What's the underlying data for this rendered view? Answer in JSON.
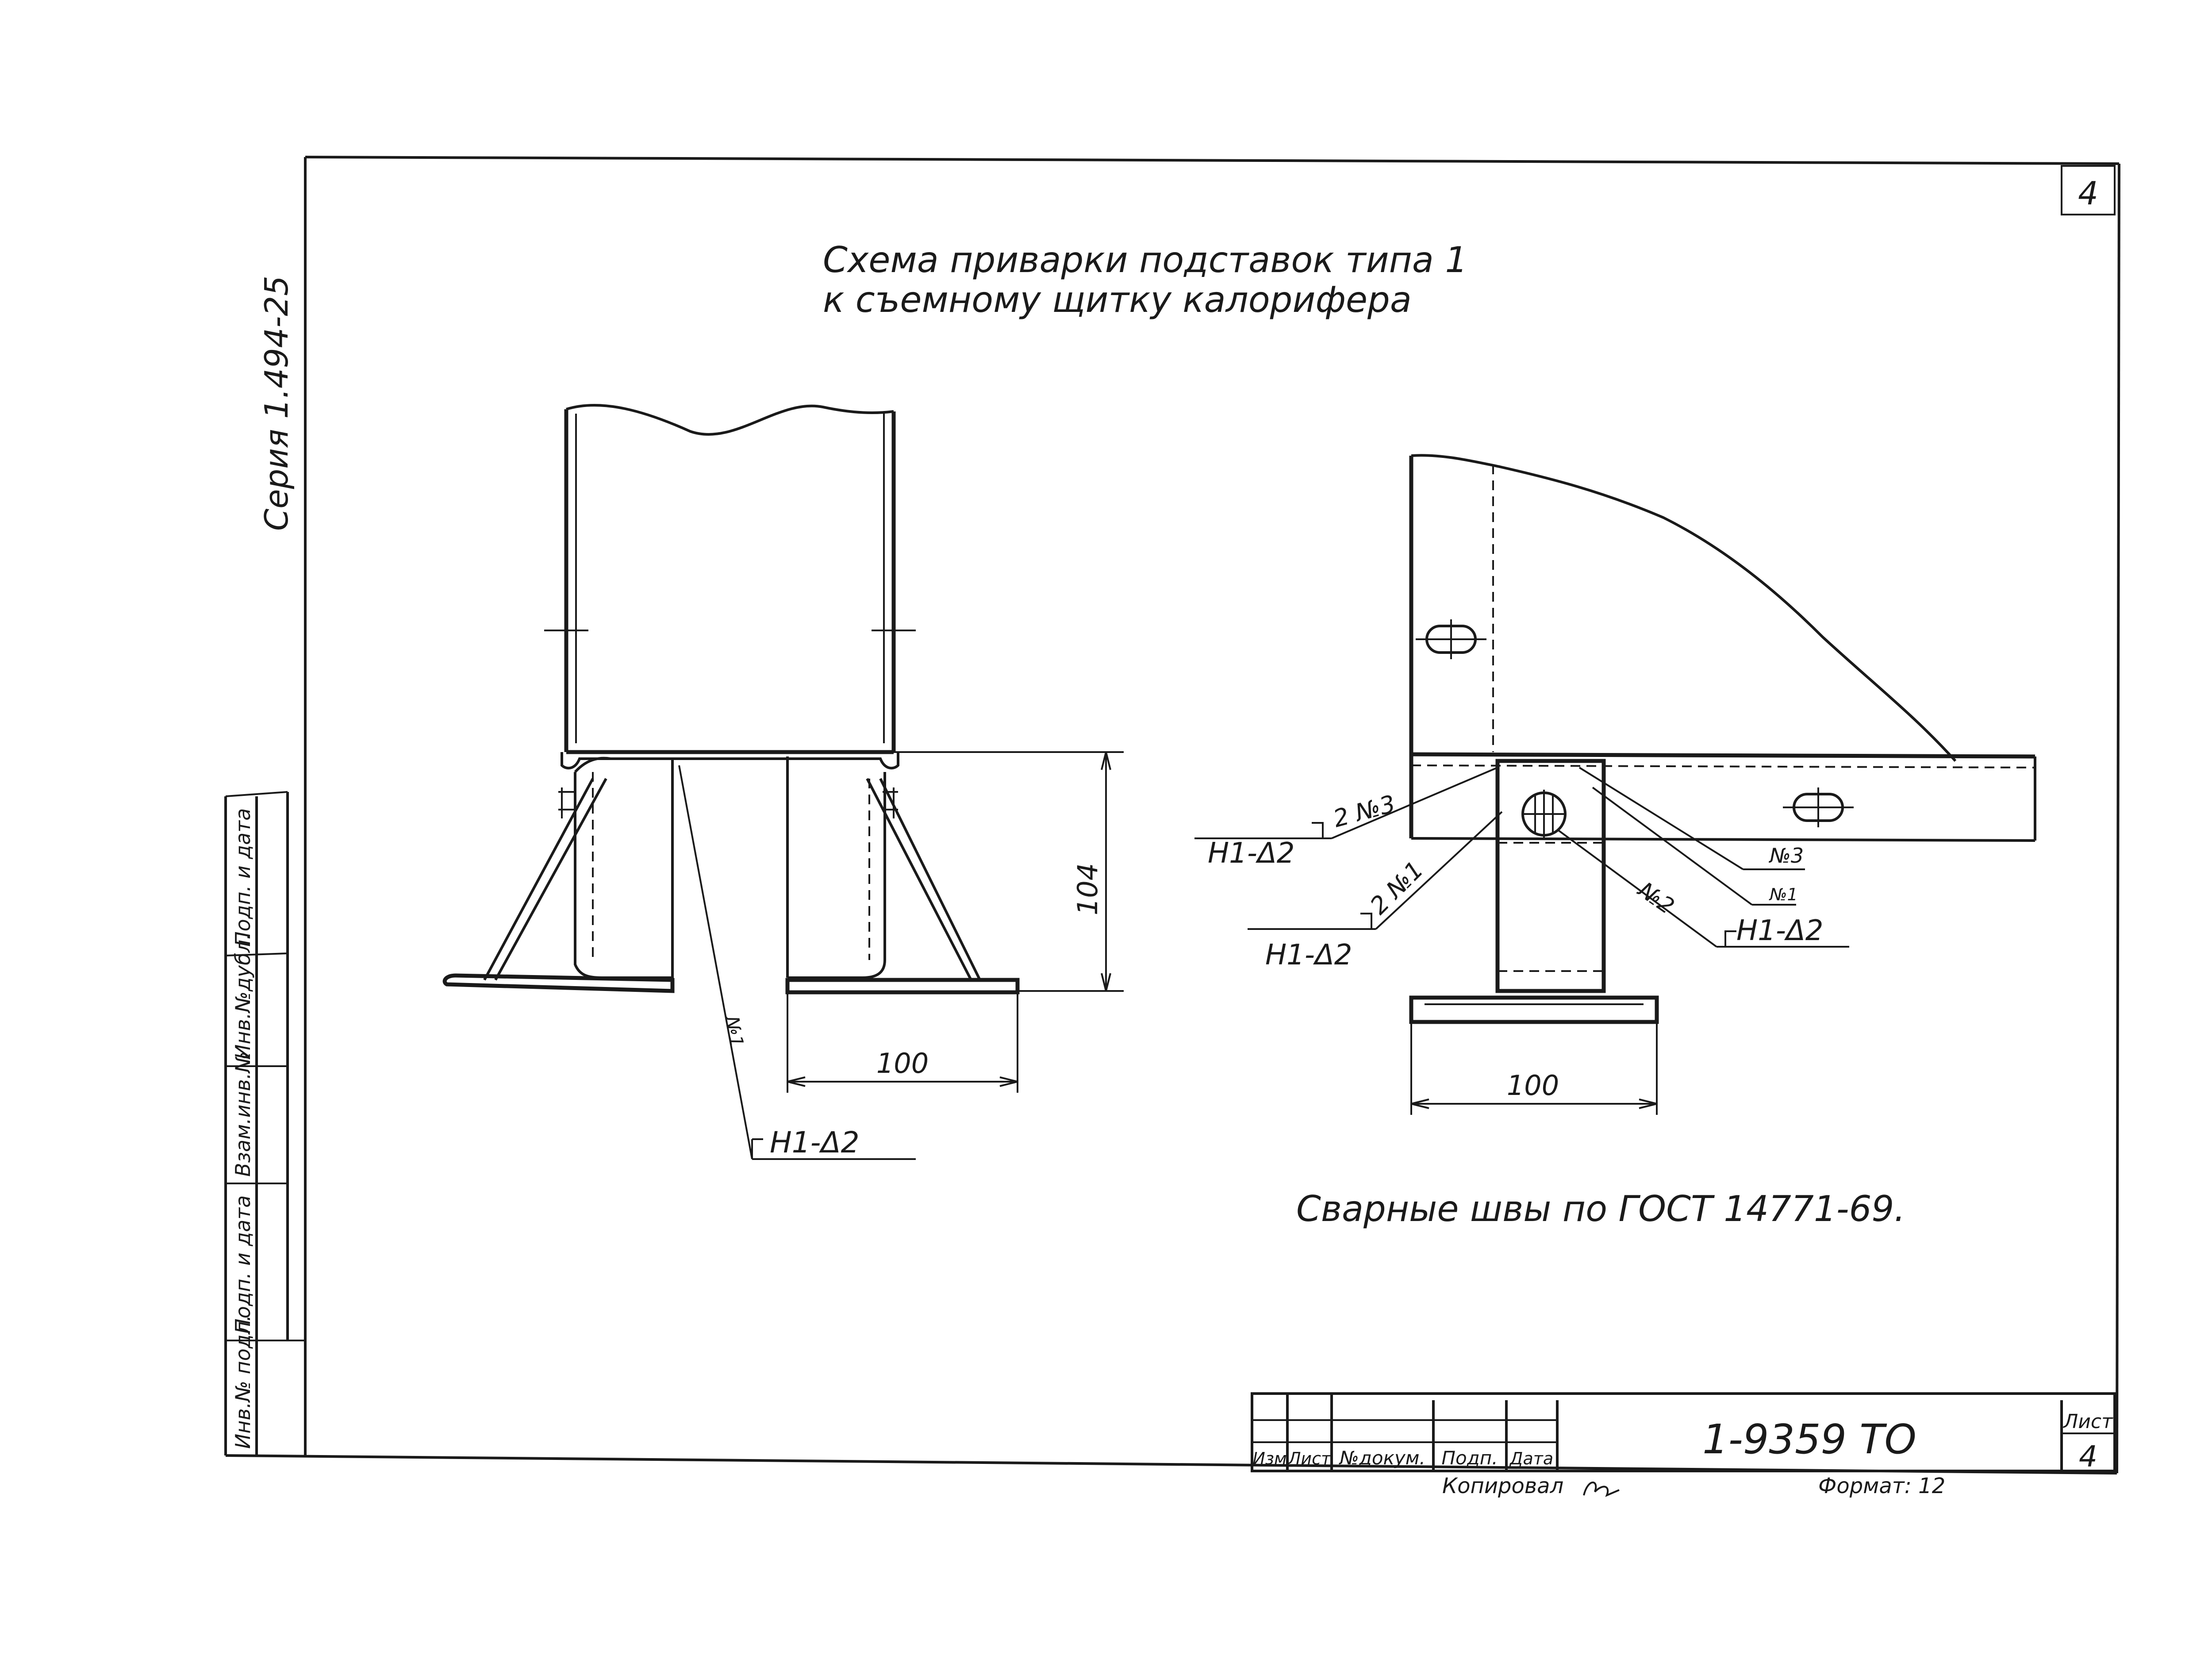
{
  "sheet_number_corner": "4",
  "series_label": "Серия 1.494-25",
  "title_line1": "Схема приварки подставок типа 1",
  "title_line2": "к съемному щитку калорифера",
  "left_view": {
    "dim_height": "104",
    "dim_width": "100",
    "weld_leader": "Н1-Δ2",
    "weld_number": "№1"
  },
  "right_view": {
    "dim_width": "100",
    "weld_left_top_mark": "2 №3",
    "weld_left_top_code": "Н1-Δ2",
    "weld_left_bottom_mark": "2 №1",
    "weld_left_bottom_code": "Н1-Δ2",
    "weld_right_n3": "№3",
    "weld_right_n1": "№1",
    "weld_right_n2": "№2",
    "weld_right_code": "Н1-Δ2"
  },
  "note": "Сварные швы по ГОСТ 14771-69.",
  "left_strip": {
    "cell1": "Подп. и дата",
    "cell2": "Инв.№дубл.",
    "cell3": "Взам.инв.№",
    "cell4": "Подп. и дата",
    "cell5": "Инв.№ подл."
  },
  "title_block": {
    "col_izm": "Изм",
    "col_list": "Лист",
    "col_doc": "№докум.",
    "col_podp": "Подп.",
    "col_data": "Дата",
    "doc_code": "1-9359 ТО",
    "list_label": "Лист",
    "list_value": "4"
  },
  "footer": {
    "copied": "Копировал",
    "format": "Формат: 12"
  }
}
